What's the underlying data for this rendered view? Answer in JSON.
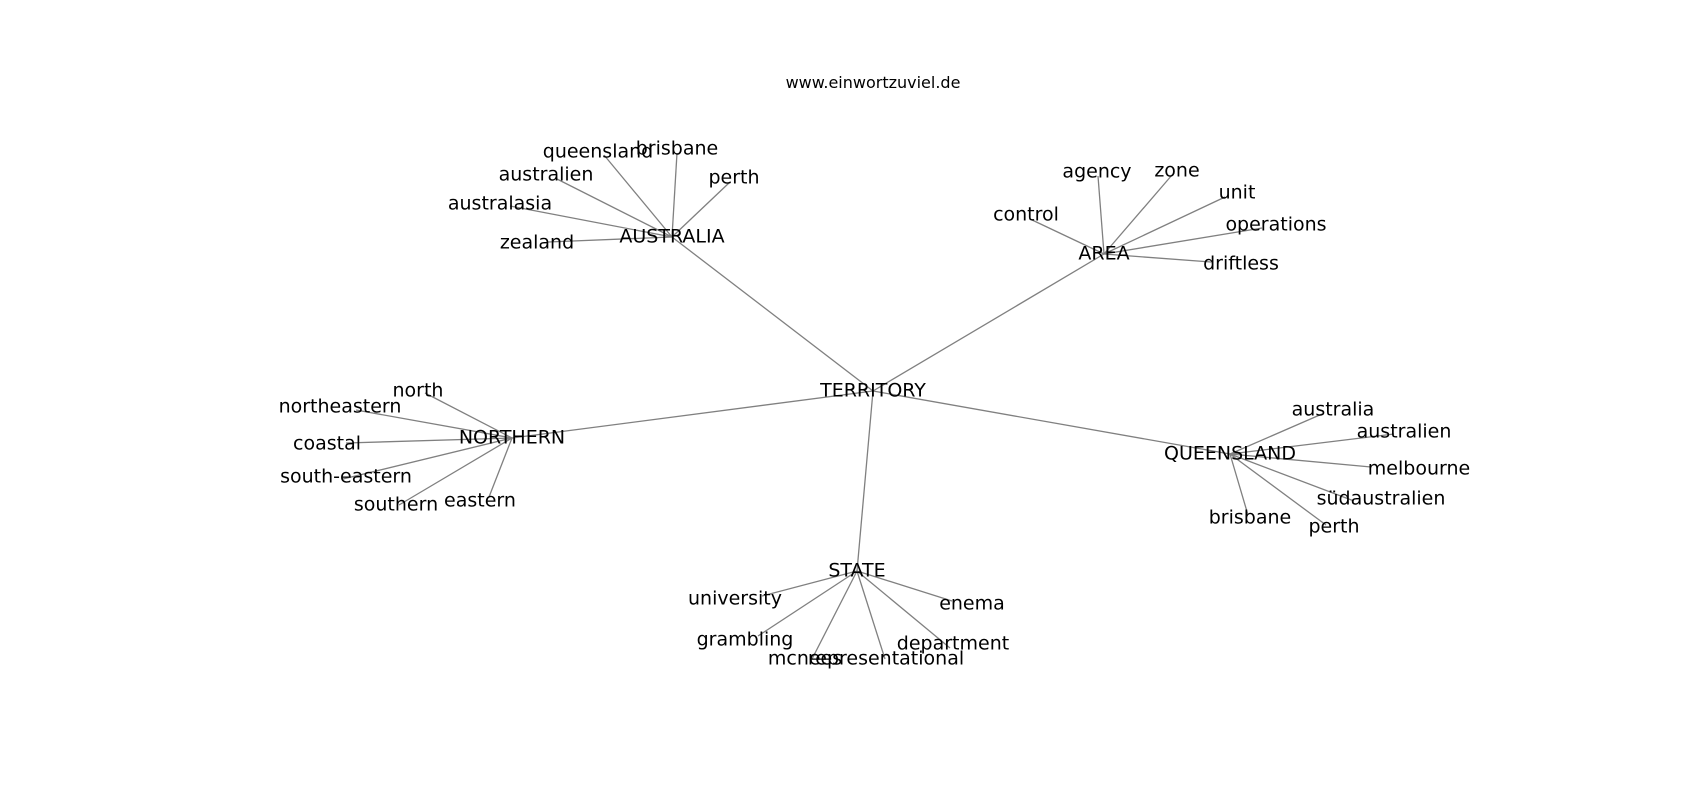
{
  "site": "www.einwortzuviel.de",
  "root": "TERRITORY",
  "clusters": [
    {
      "hub": "AUSTRALIA",
      "children": [
        "queensland",
        "brisbane",
        "perth",
        "australien",
        "australasia",
        "zealand"
      ]
    },
    {
      "hub": "AREA",
      "children": [
        "agency",
        "zone",
        "unit",
        "operations",
        "control",
        "driftless"
      ]
    },
    {
      "hub": "NORTHERN",
      "children": [
        "north",
        "northeastern",
        "coastal",
        "south-eastern",
        "southern",
        "eastern"
      ]
    },
    {
      "hub": "QUEENSLAND",
      "children": [
        "australia",
        "australien",
        "melbourne",
        "südaustralien",
        "brisbane",
        "perth"
      ]
    },
    {
      "hub": "STATE",
      "children": [
        "university",
        "enema",
        "grambling",
        "department",
        "mcnees",
        "representational"
      ]
    }
  ]
}
